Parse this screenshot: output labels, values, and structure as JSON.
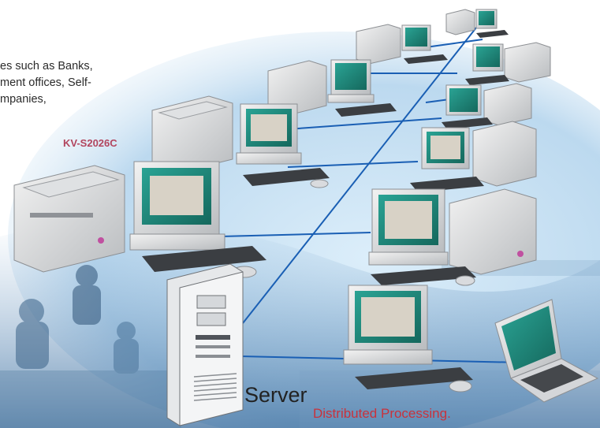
{
  "intro_lines": [
    "es such as Banks,",
    "ment offices, Self-",
    "mpanies,"
  ],
  "scanner_model": "KV-S2026C",
  "server_label": "Server",
  "caption": "Distributed Processing.",
  "colors": {
    "network_line": "#1a5fb4",
    "monitor_screen": "#1f8a7a",
    "caption": "#c8323c",
    "model_label": "#b2455e"
  }
}
